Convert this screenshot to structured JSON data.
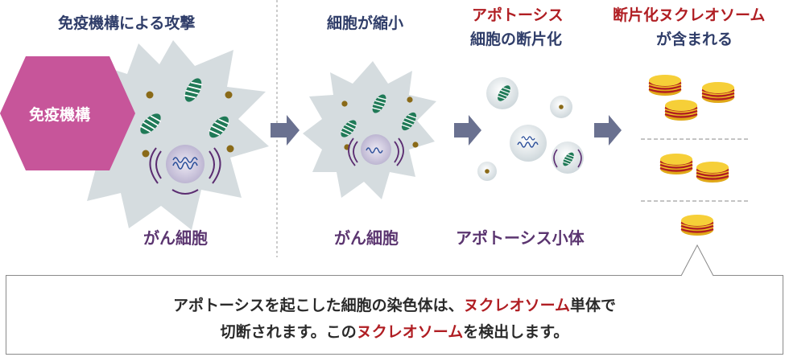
{
  "headers": {
    "attack": "免疫機構による攻撃",
    "shrink": "細胞が縮小",
    "apoptosis_line1": "アポトーシス",
    "apoptosis_line2": "細胞の断片化",
    "fragment_line1": "断片化ヌクレオソーム",
    "fragment_line2": "が含まれる"
  },
  "hexagon_label": "免疫機構",
  "captions": {
    "cancer_cell_1": "がん細胞",
    "cancer_cell_2": "がん細胞",
    "apoptotic_bodies": "アポトーシス小体"
  },
  "callout": {
    "line1_a": "アポトーシスを起こした細胞の染色体は、",
    "line1_hl": "ヌクレオソーム",
    "line1_b": "単体で",
    "line2_a": "切断されます。この",
    "line2_hl": "ヌクレオソーム",
    "line2_b": "を検出します。"
  },
  "colors": {
    "header_text": "#2f3d69",
    "highlight_red": "#b01e23",
    "hexagon": "#c7559a",
    "cell_fill": "#d5dcdf",
    "mitochondria": "#207a57",
    "granule": "#8a6a18",
    "nucleus_fill": "#c9c6d8",
    "arrow": "#6a7190",
    "nucleosome_gold": "#f3c424",
    "nucleosome_band": "#b01e23"
  }
}
